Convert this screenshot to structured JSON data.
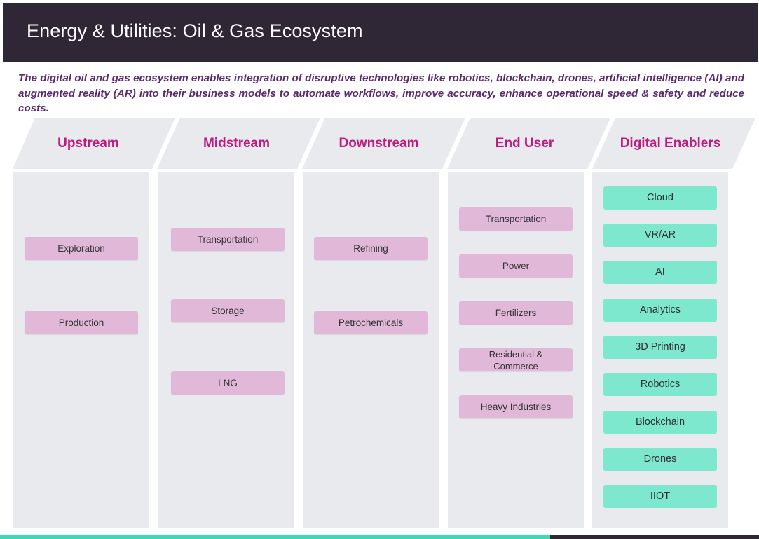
{
  "header": {
    "title": "Energy & Utilities: Oil & Gas Ecosystem"
  },
  "intro": {
    "text": "The digital oil and gas ecosystem enables integration of disruptive technologies like robotics, blockchain, drones, artificial intelligence (AI) and augmented reality (AR) into their business models to automate workflows, improve accuracy, enhance operational speed & safety and reduce costs."
  },
  "columns": [
    {
      "title": "Upstream",
      "items": [
        "Exploration",
        "Production"
      ]
    },
    {
      "title": "Midstream",
      "items": [
        "Transportation",
        "Storage",
        "LNG"
      ]
    },
    {
      "title": "Downstream",
      "items": [
        "Refining",
        "Petrochemicals"
      ]
    },
    {
      "title": "End User",
      "items": [
        "Transportation",
        "Power",
        "Fertilizers",
        "Residential & Commerce",
        "Heavy Industries"
      ]
    },
    {
      "title": "Digital Enablers",
      "items": [
        "Cloud",
        "VR/AR",
        "AI",
        "Analytics",
        "3D Printing",
        "Robotics",
        "Blockchain",
        "Drones",
        "IIOT"
      ]
    }
  ],
  "colors": {
    "header_bg": "#2f2636",
    "intro_text": "#5b2a72",
    "column_title": "#c0197f",
    "column_bg": "#e8eaed",
    "value_chain_box": "#e2b8d8",
    "enabler_box": "#7ee8cf",
    "footer_accent": "#3fd7b4"
  }
}
